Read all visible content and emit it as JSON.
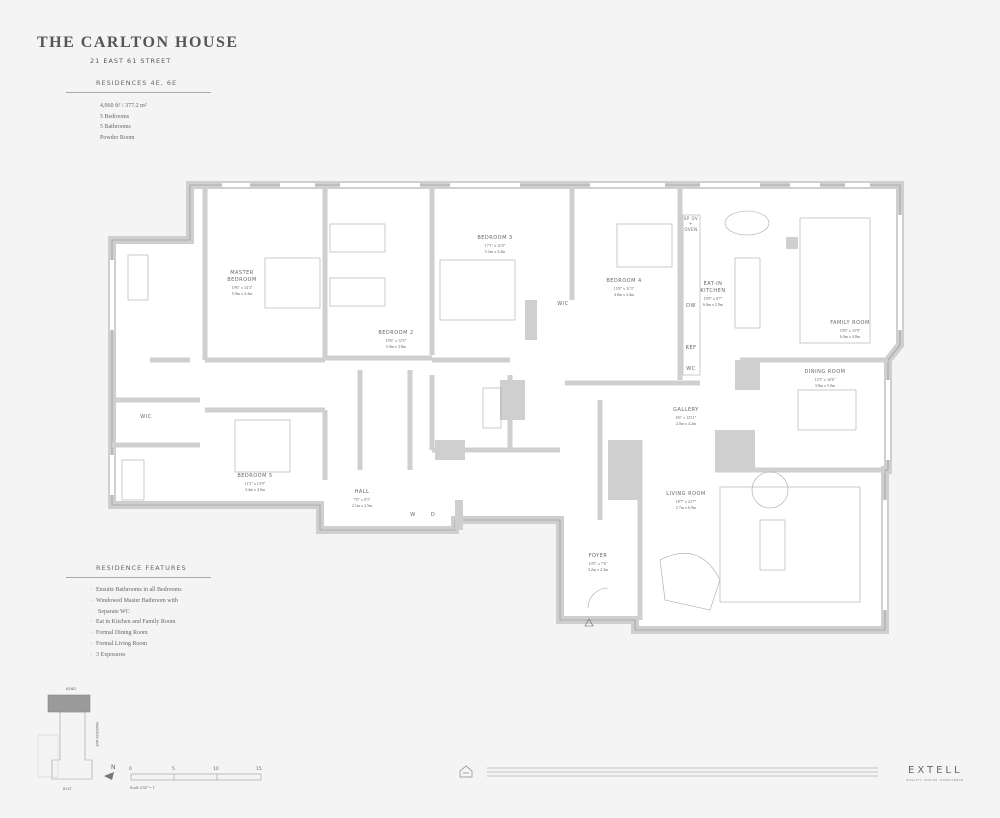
{
  "header": {
    "title": "THE CARLTON HOUSE",
    "address": "21 EAST 61 STREET",
    "residences": "RESIDENCES 4E, 6E",
    "stats": [
      "4,060 ft² / 377.2 m²",
      "5 Bedrooms",
      "5 Bathrooms",
      "Powder Room"
    ]
  },
  "features": {
    "heading": "RESIDENCE FEATURES",
    "items": [
      "Ensuite Bathrooms in all Bedrooms",
      "Windowed Master Bathroom with",
      "Eat in Kitchen and Family Room",
      "Formal Dining Room",
      "Formal Living Room",
      "3 Exposures"
    ],
    "item_continuation": "Separate WC"
  },
  "rooms": {
    "master": {
      "name1": "MASTER",
      "name2": "BEDROOM",
      "imp": "19'6\" x 14'4\"",
      "met": "5.9m x 4.4m"
    },
    "bed2": {
      "name": "BEDROOM 2",
      "imp": "19'6\" x 12'5\"",
      "met": "5.9m x 3.8m"
    },
    "bed3": {
      "name": "BEDROOM 3",
      "imp": "17'1\" x 11'0\"",
      "met": "5.2m x 3.4m"
    },
    "bed4": {
      "name": "BEDROOM 4",
      "imp": "15'8\" x 11'3\"",
      "met": "4.8m x 3.4m"
    },
    "bed5": {
      "name": "BEDROOM 5",
      "imp": "11'2\" x 13'9\"",
      "met": "3.4m x 4.0m"
    },
    "kitchen": {
      "name1": "EAT-IN",
      "name2": "KITCHEN",
      "imp": "19'9\" x 9'7\"",
      "met": "6.0m x 2.9m"
    },
    "family": {
      "name": "FAMILY ROOM",
      "imp": "19'9\" x 15'9\"",
      "met": "6.0m x 4.8m"
    },
    "dining": {
      "name": "DINING ROOM",
      "imp": "12'5\" x 16'6\"",
      "met": "3.8m x 5.0m"
    },
    "gallery": {
      "name": "GALLERY",
      "imp": "6'6\" x 13'11\"",
      "met": "2.0m x 4.2m"
    },
    "living": {
      "name": "LIVING ROOM",
      "imp": "18'7\" x 22'7\"",
      "met": "5.7m x 6.9m"
    },
    "foyer": {
      "name": "FOYER",
      "imp": "10'5\" x 7'6\"",
      "met": "3.2m x 2.3m"
    },
    "hall": {
      "name": "HALL",
      "imp": "7'0\" x 8'3\"",
      "met": "2.1m x 2.5m"
    }
  },
  "fixtures": {
    "wic": "WIC",
    "sp_ov": "SP OV",
    "plus": "+",
    "oven": "OVEN",
    "dw": "DW",
    "ref": "REF",
    "wc": "WC",
    "washer": "W",
    "dryer": "D"
  },
  "keyplan": {
    "top_street": "62ND",
    "bottom_street": "61ST",
    "avenue": "MADISON AVE",
    "north": "N"
  },
  "scale": {
    "ticks": [
      "0",
      "5",
      "10",
      "15"
    ],
    "label": "Scale 3/32\" = 1'"
  },
  "footer": {
    "logo": "EXTELL",
    "tagline": "QUALITY. CHOICE. EXCELLENCE"
  },
  "colors": {
    "wall": "#d2d2d2",
    "wall_edge": "#8a8a8a",
    "line": "#9a9a9a",
    "text": "#555555"
  }
}
